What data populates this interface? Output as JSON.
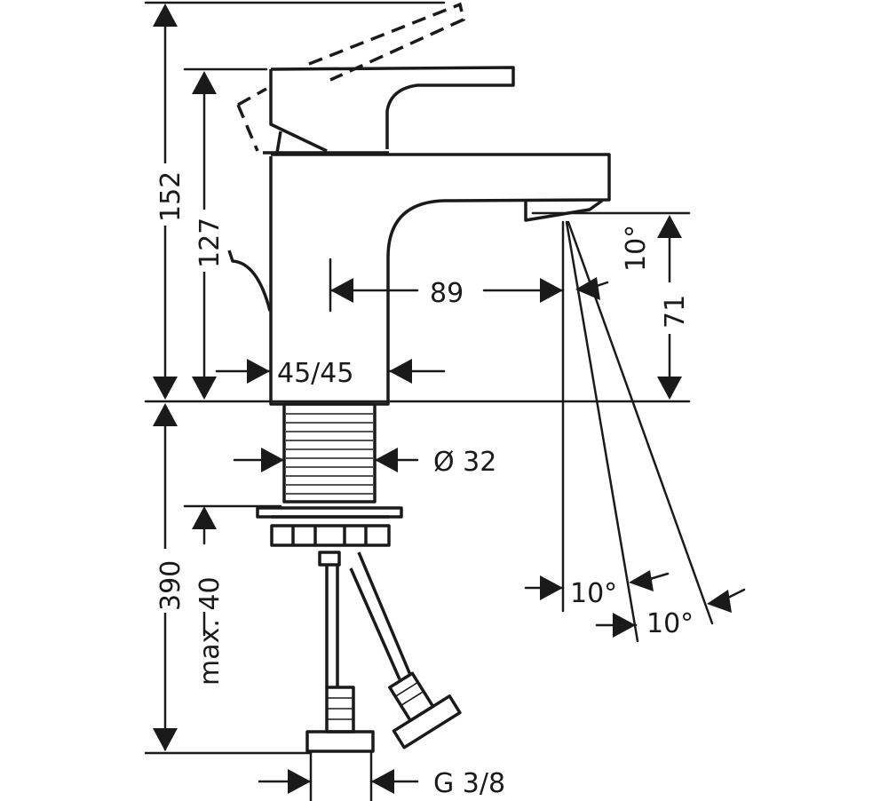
{
  "dimensions": {
    "overall_height": "152",
    "body_height": "127",
    "spout_reach": "89",
    "spout_height": "71",
    "body_section": "45/45",
    "shank_diameter": "Ø 32",
    "total_length": "390",
    "max_counter_thickness": "max. 40",
    "thread": "G 3/8",
    "angle_spout": "10°",
    "angle_lower_1": "10°",
    "angle_lower_2": "10°"
  }
}
